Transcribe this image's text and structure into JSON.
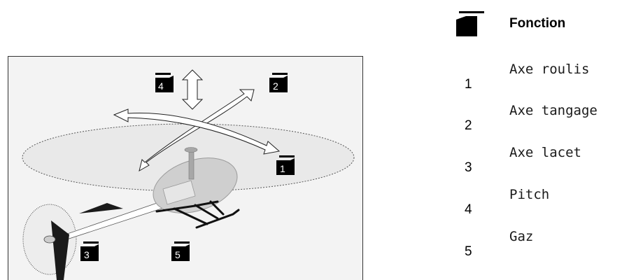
{
  "figure": {
    "badges": [
      "4",
      "2",
      "1",
      "3",
      "5"
    ]
  },
  "legend": {
    "header": "Fonction",
    "rows": [
      {
        "num": "1",
        "label": "Axe roulis"
      },
      {
        "num": "2",
        "label": "Axe tangage"
      },
      {
        "num": "3",
        "label": "Axe lacet"
      },
      {
        "num": "4",
        "label": "Pitch"
      },
      {
        "num": "5",
        "label": "Gaz"
      }
    ]
  }
}
